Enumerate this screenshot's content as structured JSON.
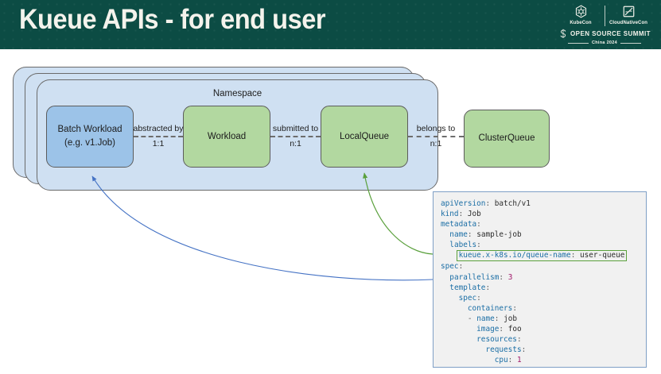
{
  "header": {
    "title": "Kueue APIs - for end user",
    "background_color": "#0c4c44",
    "title_color": "#f4f3ec",
    "logo": {
      "kubecon_label": "KubeCon",
      "cloudnativecon_label": "CloudNativeCon",
      "summit_label": "OPEN SOURCE SUMMIT",
      "year_label": "China 2024"
    }
  },
  "diagram": {
    "namespace_label": "Namespace",
    "colors": {
      "namespace": "#cfe0f2",
      "blue_box": "#9cc3e8",
      "green_box": "#b2d8a0",
      "border": "#5c5c5c"
    },
    "boxes": [
      {
        "name": "batch-workload",
        "title": "Batch Workload",
        "subtitle": "(e.g. v1.Job)",
        "color": "blue"
      },
      {
        "name": "workload",
        "title": "Workload",
        "subtitle": "",
        "color": "green"
      },
      {
        "name": "localqueue",
        "title": "LocalQueue",
        "subtitle": "",
        "color": "green"
      },
      {
        "name": "clusterqueue",
        "title": "ClusterQueue",
        "subtitle": "",
        "color": "green"
      }
    ],
    "connectors": [
      {
        "name": "abstracted-by",
        "label": "abstracted by",
        "cardinality": "1:1"
      },
      {
        "name": "submitted-to",
        "label": "submitted to",
        "cardinality": "n:1"
      },
      {
        "name": "belongs-to",
        "label": "belongs to",
        "cardinality": "n:1"
      }
    ]
  },
  "code": {
    "language": "yaml",
    "highlight_color": "#5aa03c",
    "border_color": "#7f9fc6",
    "background_color": "#f1f1f1",
    "lines": [
      {
        "key": "apiVersion",
        "value": "batch/v1",
        "indent": 0
      },
      {
        "key": "kind",
        "value": "Job",
        "indent": 0
      },
      {
        "key": "metadata",
        "value": "",
        "indent": 0
      },
      {
        "key": "name",
        "value": "sample-job",
        "indent": 1
      },
      {
        "key": "labels",
        "value": "",
        "indent": 1
      },
      {
        "key": "kueue.x-k8s.io/queue-name",
        "value": "user-queue",
        "indent": 2,
        "highlighted": true
      },
      {
        "key": "spec",
        "value": "",
        "indent": 0
      },
      {
        "key": "parallelism",
        "value": "3",
        "indent": 1,
        "numeric": true
      },
      {
        "key": "template",
        "value": "",
        "indent": 1
      },
      {
        "key": "spec",
        "value": "",
        "indent": 2
      },
      {
        "key": "containers",
        "value": "",
        "indent": 3
      },
      {
        "key": "- name",
        "value": "job",
        "indent": 4
      },
      {
        "key": "image",
        "value": "foo",
        "indent": 5
      },
      {
        "key": "resources",
        "value": "",
        "indent": 5
      },
      {
        "key": "requests",
        "value": "",
        "indent": 6
      },
      {
        "key": "cpu",
        "value": "1",
        "indent": 7,
        "numeric": true
      }
    ],
    "text": "apiVersion: batch/v1\nkind: Job\nmetadata:\n  name: sample-job\n  labels:\n    kueue.x-k8s.io/queue-name: user-queue\nspec:\n  parallelism: 3\n  template:\n    spec:\n      containers:\n      - name: job\n        image: foo\n        resources:\n          requests:\n            cpu: 1"
  },
  "arrows": [
    {
      "name": "job-to-batch-workload",
      "color": "#4472c4",
      "from": "code-left-edge",
      "to": "batch-workload-box"
    },
    {
      "name": "queue-label-to-localqueue",
      "color": "#5aa03c",
      "from": "queue-name-label",
      "to": "localqueue-box"
    }
  ]
}
